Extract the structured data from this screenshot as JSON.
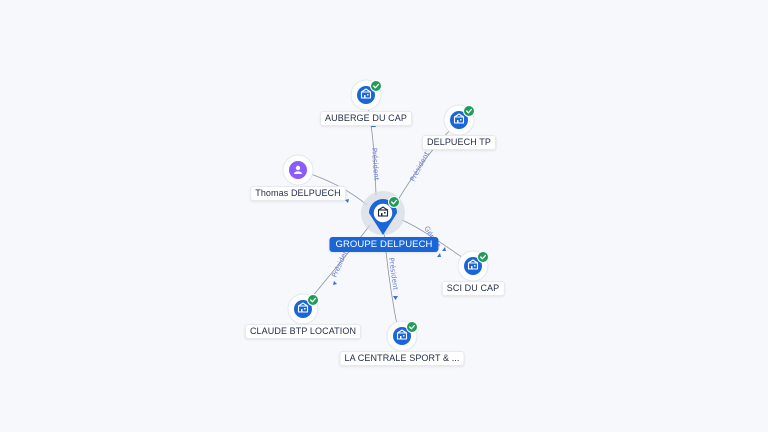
{
  "central": {
    "name": "GROUPE DELPUECH",
    "icon": "building-icon",
    "verified": true
  },
  "nodes": [
    {
      "id": "auberge",
      "name": "AUBERGE DU CAP",
      "kind": "company",
      "icon": "building-icon",
      "verified": true,
      "edge_label": "Président"
    },
    {
      "id": "delpuech_tp",
      "name": "DELPUECH TP",
      "kind": "company",
      "icon": "building-icon",
      "verified": true,
      "edge_label": "Président"
    },
    {
      "id": "thomas",
      "name": "Thomas DELPUECH",
      "kind": "person",
      "icon": "person-icon",
      "verified": false,
      "edge_label": ""
    },
    {
      "id": "sci",
      "name": "SCI DU CAP",
      "kind": "company",
      "icon": "building-icon",
      "verified": true,
      "edge_label": "Gérant"
    },
    {
      "id": "claude",
      "name": "CLAUDE BTP LOCATION",
      "kind": "company",
      "icon": "building-icon",
      "verified": true,
      "edge_label": "Président"
    },
    {
      "id": "centrale",
      "name": "LA CENTRALE SPORT & ...",
      "kind": "company",
      "icon": "building-icon",
      "verified": true,
      "edge_label": "Président"
    }
  ],
  "colors": {
    "company": "#1a66d6",
    "person": "#8b5cf6",
    "verified": "#1f9d57",
    "edge_label": "#6b7fd1",
    "background": "#f6f8fb"
  }
}
